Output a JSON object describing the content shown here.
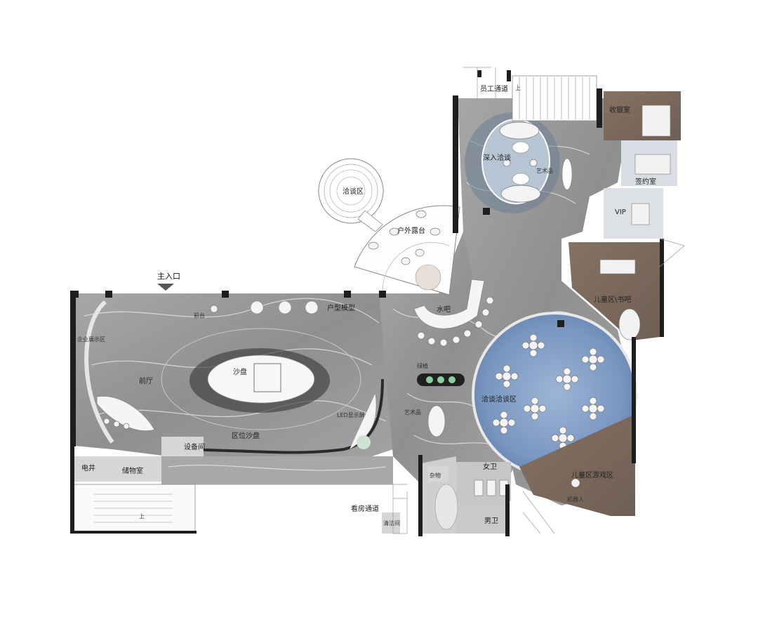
{
  "plan": {
    "labels": {
      "main_entrance": "主入口",
      "staff_passage": "员工通道",
      "up_top": "上",
      "cashier": "收银室",
      "in_depth_talk": "深入洽谈",
      "art_piece_top": "艺术品",
      "signing_room": "签约室",
      "vip": "VIP",
      "negotiation_zone": "洽谈区",
      "outdoor_terrace": "户外露台",
      "kids_reading": "儿童区\\书吧",
      "water_bar": "水吧",
      "unit_model": "户型模型",
      "reception": "前台",
      "corporate_display": "企业展示区",
      "hall": "前厅",
      "sand_table": "沙盘",
      "green_wall": "绿植",
      "art_piece_mid": "艺术品",
      "casual_talk": "洽谈洽谈区",
      "led_screen": "LED显示屏",
      "location_sand_table": "区位沙盘",
      "equipment_room": "设备间",
      "elevator": "电井",
      "storage": "储物室",
      "female_wc": "女卫",
      "male_wc": "男卫",
      "viewing_passage": "看房通道",
      "cleaning": "清洁间",
      "janitor": "杂物",
      "kids_play": "儿童区游戏区",
      "robot": "机器人",
      "up_bottom": "上"
    },
    "colors": {
      "floor_marble": "#9c9c9c",
      "floor_marble_light": "#b9b9b9",
      "wood_floor": "#7c6b5f",
      "blue_carpet": "#7f9fc7",
      "wall": "#1e1e1e",
      "white_furniture": "#f4f4f4",
      "light_wood": "#c9b9a6"
    }
  }
}
